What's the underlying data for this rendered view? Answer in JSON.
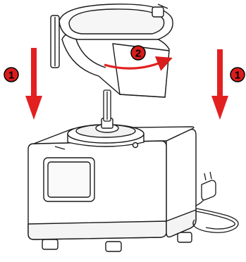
{
  "steps": {
    "down_left": "1",
    "rotate": "2",
    "down_right": "1"
  },
  "colors": {
    "arrow": "#e32020",
    "marker_fill": "#d91c1c",
    "line": "#1a1a1a",
    "background": "#ffffff"
  }
}
